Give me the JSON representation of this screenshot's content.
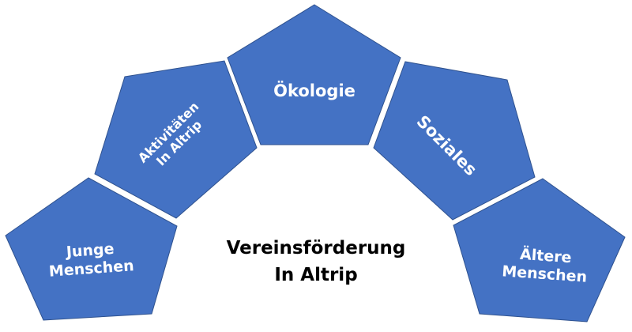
{
  "diagram": {
    "title_lines": [
      "Vereinsförderung",
      "In Altrip"
    ],
    "colors": {
      "shape_fill": "#4472C4",
      "shape_stroke": "#2F528F",
      "shape_text": "#FFFFFF",
      "title_text": "#000000"
    },
    "segments": [
      {
        "id": "junge",
        "lines": [
          "Junge",
          "Menschen"
        ]
      },
      {
        "id": "aktivitaeten",
        "lines": [
          "Aktivitäten",
          "In Altrip"
        ]
      },
      {
        "id": "oekologie",
        "lines": [
          "Ökologie"
        ]
      },
      {
        "id": "soziales",
        "lines": [
          "Soziales"
        ]
      },
      {
        "id": "aeltere",
        "lines": [
          "Ältere",
          "Menschen"
        ]
      }
    ]
  }
}
